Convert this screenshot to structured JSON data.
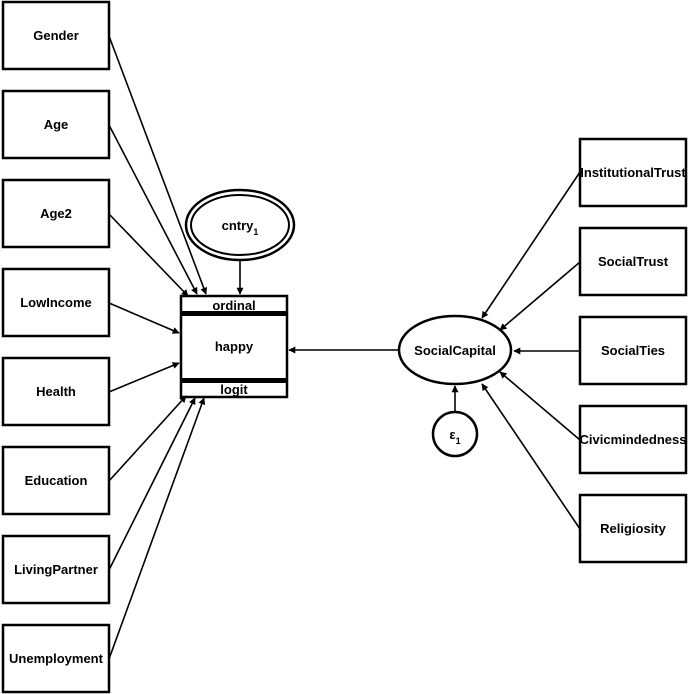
{
  "left_variables": [
    {
      "id": "gender",
      "label": "Gender"
    },
    {
      "id": "age",
      "label": "Age"
    },
    {
      "id": "age2",
      "label": "Age2"
    },
    {
      "id": "lowincome",
      "label": "LowIncome"
    },
    {
      "id": "health",
      "label": "Health"
    },
    {
      "id": "education",
      "label": "Education"
    },
    {
      "id": "livingpartner",
      "label": "LivingPartner"
    },
    {
      "id": "unemployment",
      "label": "Unemployment"
    }
  ],
  "right_variables": [
    {
      "id": "institutionaltrust",
      "label": "InstitutionalTrust"
    },
    {
      "id": "socialtrust",
      "label": "SocialTrust"
    },
    {
      "id": "socialties",
      "label": "SocialTies"
    },
    {
      "id": "civicmindedness",
      "label": "Civicmindedness"
    },
    {
      "id": "religiosity",
      "label": "Religiosity"
    }
  ],
  "outcome": {
    "label": "happy",
    "family": "ordinal",
    "link": "logit"
  },
  "random_effect": {
    "label": "cntry",
    "subscript": "1"
  },
  "latent": {
    "label": "SocialCapital"
  },
  "error": {
    "label": "ε",
    "subscript": "1"
  }
}
